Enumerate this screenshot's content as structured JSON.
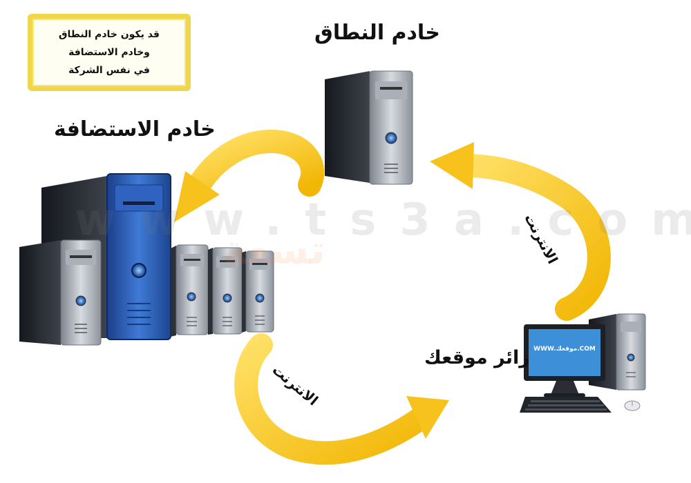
{
  "note": {
    "lines": [
      "قد يكون خادم النطاق",
      "وخادم الاستضافة",
      "في نفس الشركة"
    ]
  },
  "labels": {
    "domain_server": "خادم النطاق",
    "hosting_server": "خادم الاستضافة",
    "visitor": "زائر موقعك",
    "internet_right": "الانترنت",
    "internet_bottom": "الانترنت"
  },
  "monitor_screen_text": "WWW.موقعك.COM",
  "watermark": {
    "main": "www.ts3a.com",
    "sub": "تسعة"
  },
  "icons": [
    "domain-server-tower-icon",
    "hosting-server-cluster-icon",
    "visitor-computer-icon",
    "curved-arrow-icon"
  ],
  "colors": {
    "arrow": "#f7c21b",
    "blue_server": "#2a5db8",
    "tower_dark": "#2b2f36",
    "note_border": "#f0d64a"
  }
}
